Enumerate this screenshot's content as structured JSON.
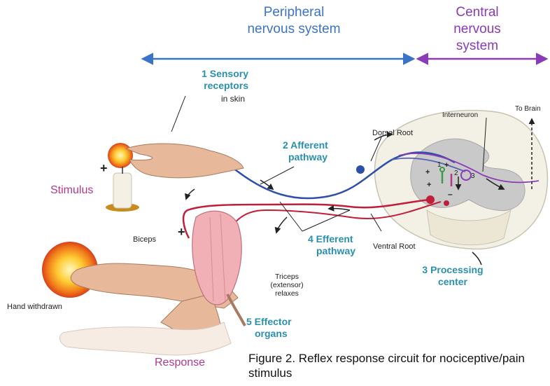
{
  "header": {
    "peripheral": "Peripheral nervous system",
    "central": "Central nervous system"
  },
  "labels": {
    "sensory_receptors_num": "1 Sensory",
    "sensory_receptors_line2": "receptors",
    "in_skin": "in skin",
    "afferent_line1": "2 Afferent",
    "afferent_line2": "pathway",
    "dorsal_root": "Dorsal Root",
    "interneuron": "Interneuron",
    "to_brain": "To Brain",
    "stimulus": "Stimulus",
    "biceps": "Biceps",
    "efferent_line1": "4 Efferent",
    "efferent_line2": "pathway",
    "ventral_root": "Ventral Root",
    "processing_line1": "3 Processing",
    "processing_line2": "center",
    "hand_withdrawn": "Hand withdrawn",
    "triceps_line1": "Triceps",
    "triceps_line2": "(extensor)",
    "triceps_line3": "relaxes",
    "effector_line1": "5 Effector",
    "effector_line2": "organs",
    "response": "Response",
    "plus": "+",
    "minus": "–",
    "n1": "1",
    "n2": "2",
    "n3": "3"
  },
  "caption": {
    "line1": "Figure 2. Reflex response circuit for nociceptive/pain",
    "line2": "stimulus"
  },
  "colors": {
    "peripheral": "#3a73c8",
    "central": "#8b3ab8",
    "teal": "#2a8fb0",
    "magenta": "#b0398e",
    "afferent_nerve": "#2d4fa8",
    "efferent_nerve": "#c01e3a",
    "skin": "#e8b89a"
  }
}
